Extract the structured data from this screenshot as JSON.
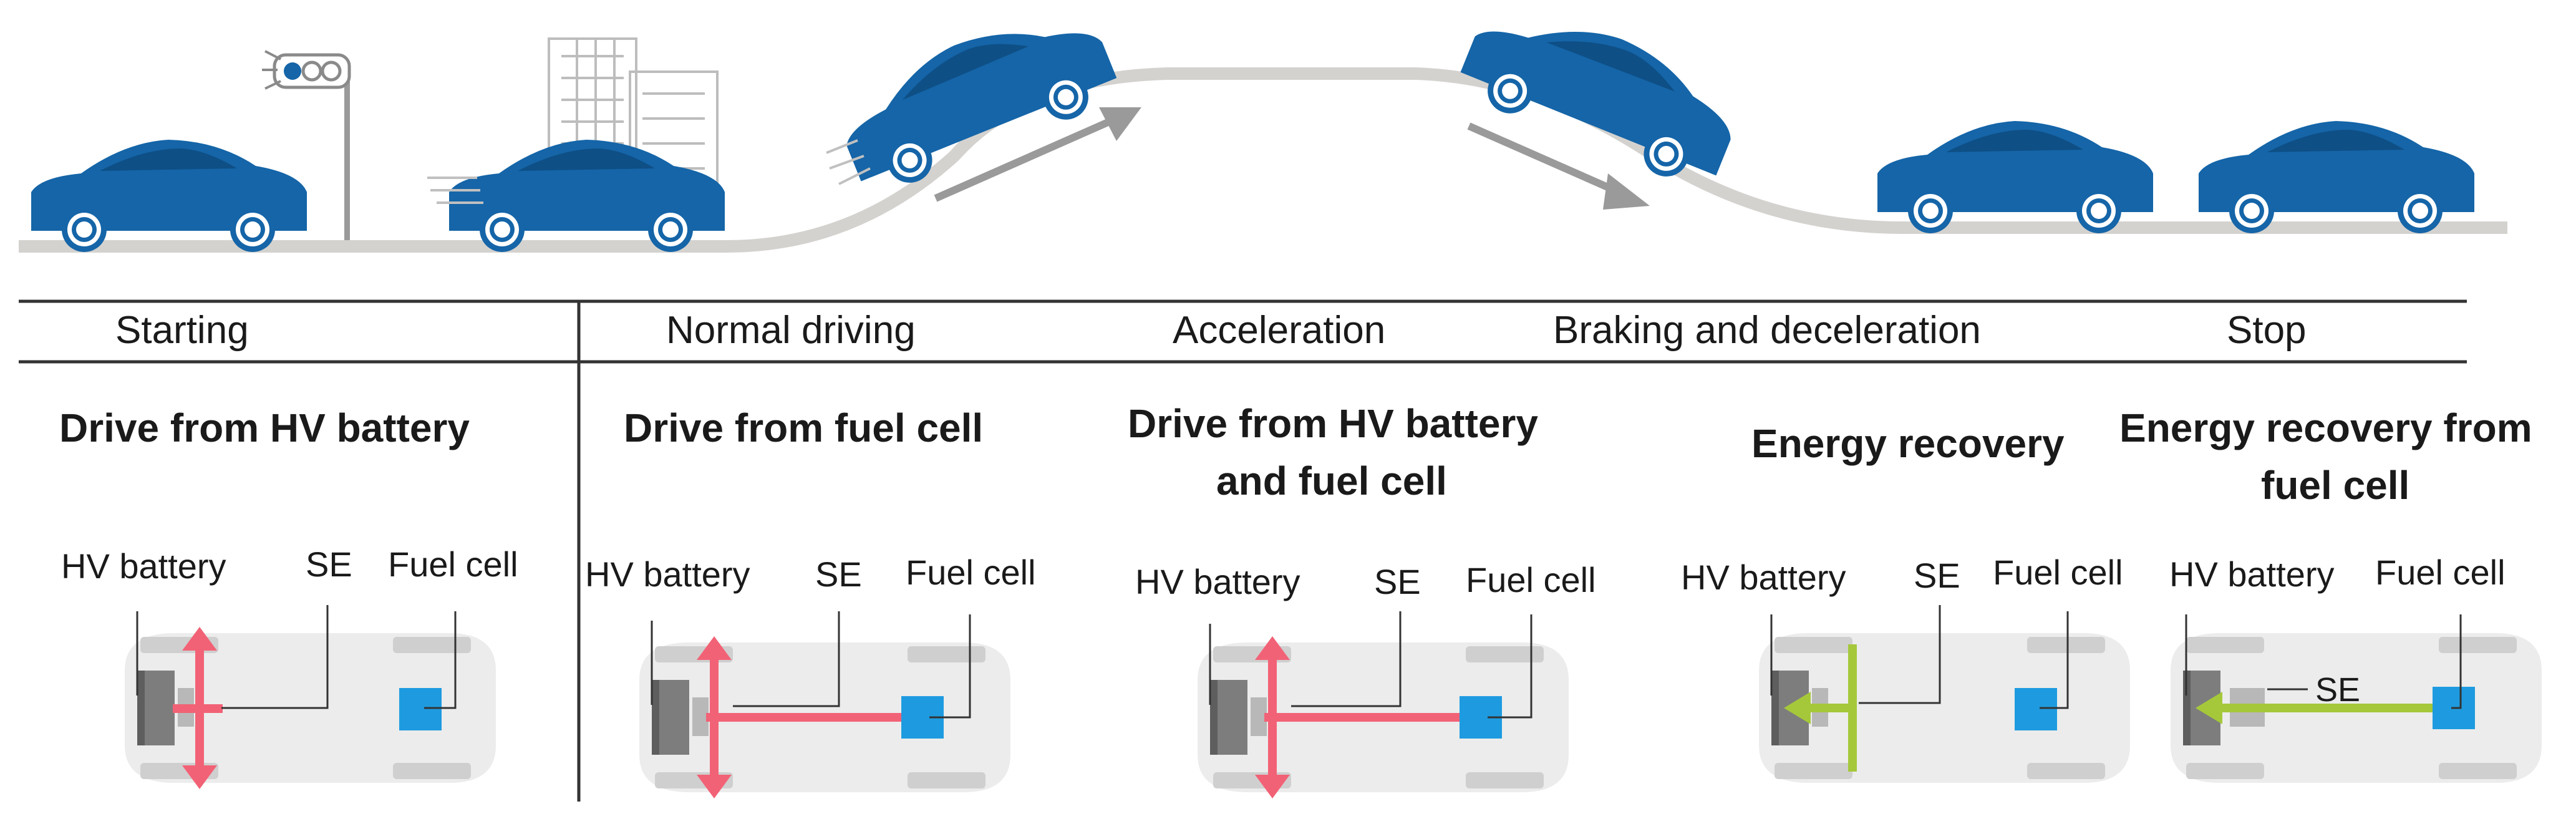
{
  "phases": {
    "starting": "Starting",
    "normal": "Normal driving",
    "acceleration": "Acceleration",
    "braking": "Braking and deceleration",
    "stop": "Stop"
  },
  "modes": {
    "m1": "Drive from HV battery",
    "m2": "Drive from fuel cell",
    "m3a": "Drive from HV battery",
    "m3b": "and fuel cell",
    "m4": "Energy recovery",
    "m5a": "Energy recovery from",
    "m5b": "fuel cell"
  },
  "components": {
    "battery": "HV battery",
    "se": "SE",
    "fuel_cell": "Fuel cell"
  },
  "colors": {
    "car_body": "#1565a8",
    "road": "#d4d2cf",
    "flow_red": "#f26276",
    "flow_green": "#a5c83a",
    "fuel_cell_fill": "#1e9be0",
    "battery_fill": "#7d7d7d"
  }
}
